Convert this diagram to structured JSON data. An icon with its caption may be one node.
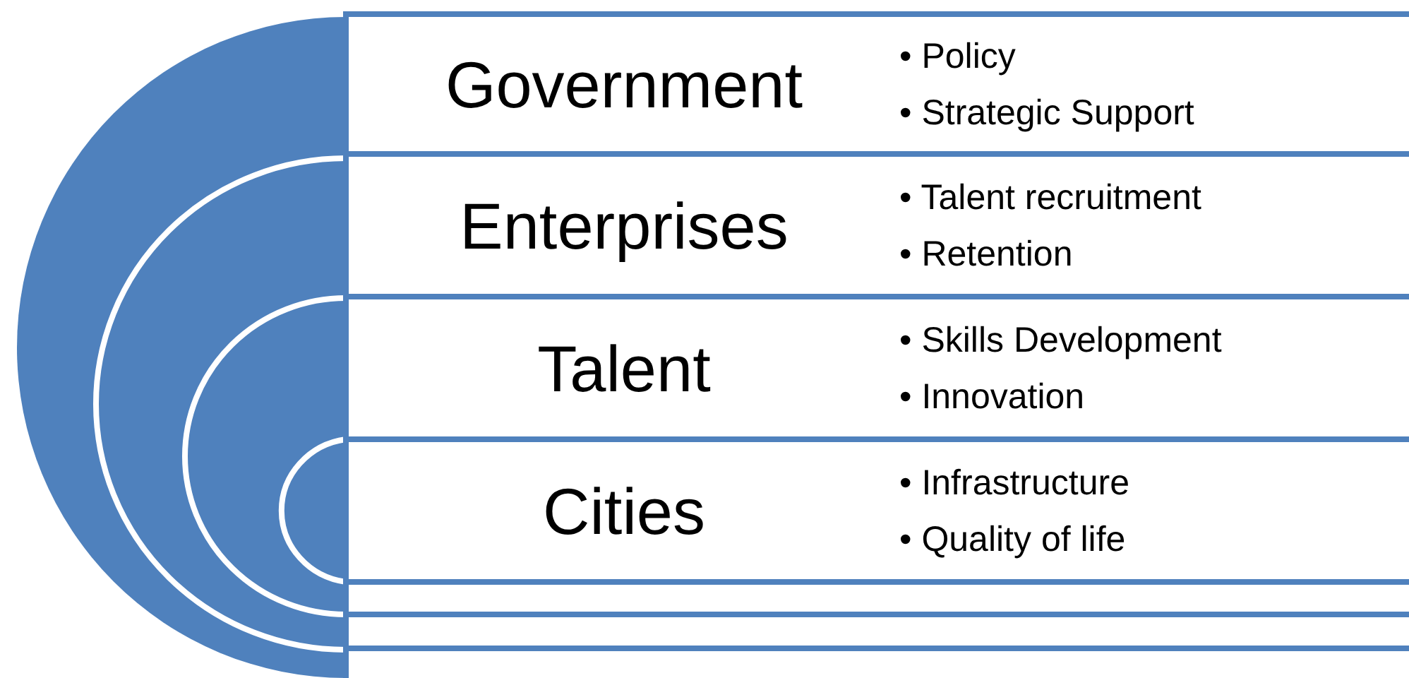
{
  "diagram": {
    "nodes": [
      {
        "text": [
          "Government",
          "• Policy",
          "• Strategic Support"
        ]
      },
      {
        "text": [
          "Enterprises",
          "• Talent recruitment",
          "• Retention"
        ]
      },
      {
        "text": [
          "Talent",
          "• Skills Development",
          "• Innovation"
        ]
      },
      {
        "text": [
          "Cities",
          "• Infrastructure",
          "• Quality of life"
        ]
      }
    ]
  }
}
